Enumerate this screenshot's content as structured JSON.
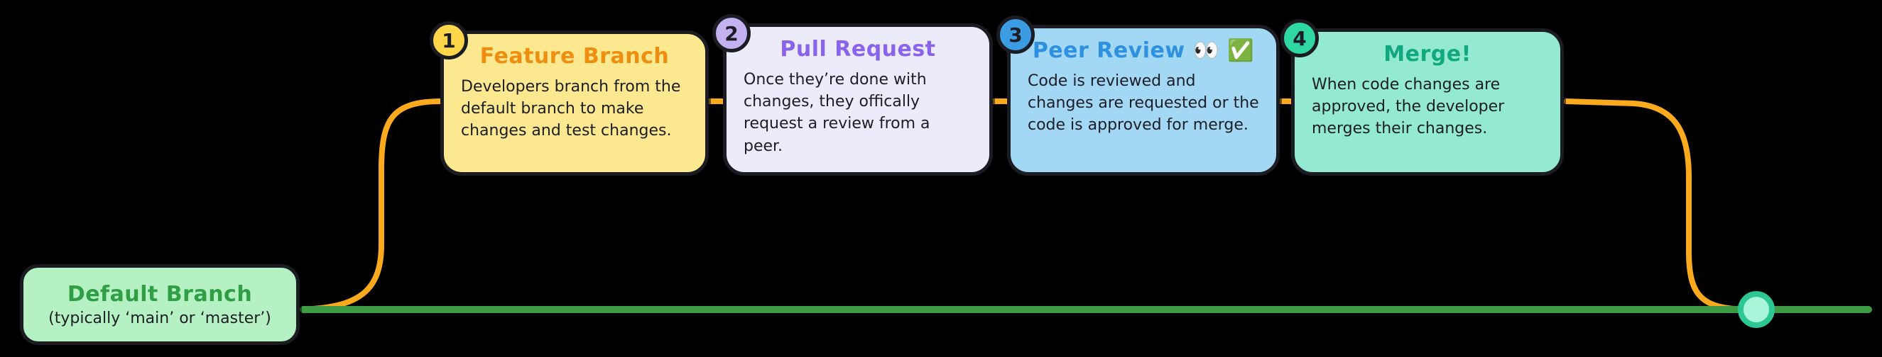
{
  "colors": {
    "background": "#000000",
    "outline": "#1b1b22",
    "text": "#1d1d26",
    "default_branch_line": "#3d9b43",
    "feature_branch_line": "#fbaa1d",
    "merge_node_fill": "#abf5da",
    "merge_node_border": "#2cc794"
  },
  "default_branch": {
    "title": "Default Branch",
    "subtitle": "(typically ‘main’ or ‘master’)",
    "fill": "#b6f1c4",
    "title_color": "#2f9e44"
  },
  "steps": [
    {
      "number": "1",
      "title": "Feature Branch",
      "body": "Developers branch from the default branch to make changes and test changes.",
      "fill": "#fbe88f",
      "badge_fill": "#fed64a",
      "title_color": "#ef8d0e"
    },
    {
      "number": "2",
      "title": "Pull Request",
      "body": "Once they’re done with changes, they offically request a review from a peer.",
      "fill": "#ecebfa",
      "badge_fill": "#c2b2f2",
      "title_color": "#8a63ec"
    },
    {
      "number": "3",
      "title": "Peer Review 👀 ✅",
      "body": "Code is reviewed and changes are requested or the code is approved for merge.",
      "fill": "#a3d8f4",
      "badge_fill": "#3b9ce4",
      "title_color": "#2e90e0"
    },
    {
      "number": "4",
      "title": "Merge!",
      "body": "When code changes are approved, the developer merges their changes.",
      "fill": "#93ead0",
      "badge_fill": "#2fd8a2",
      "title_color": "#11a87d"
    }
  ]
}
